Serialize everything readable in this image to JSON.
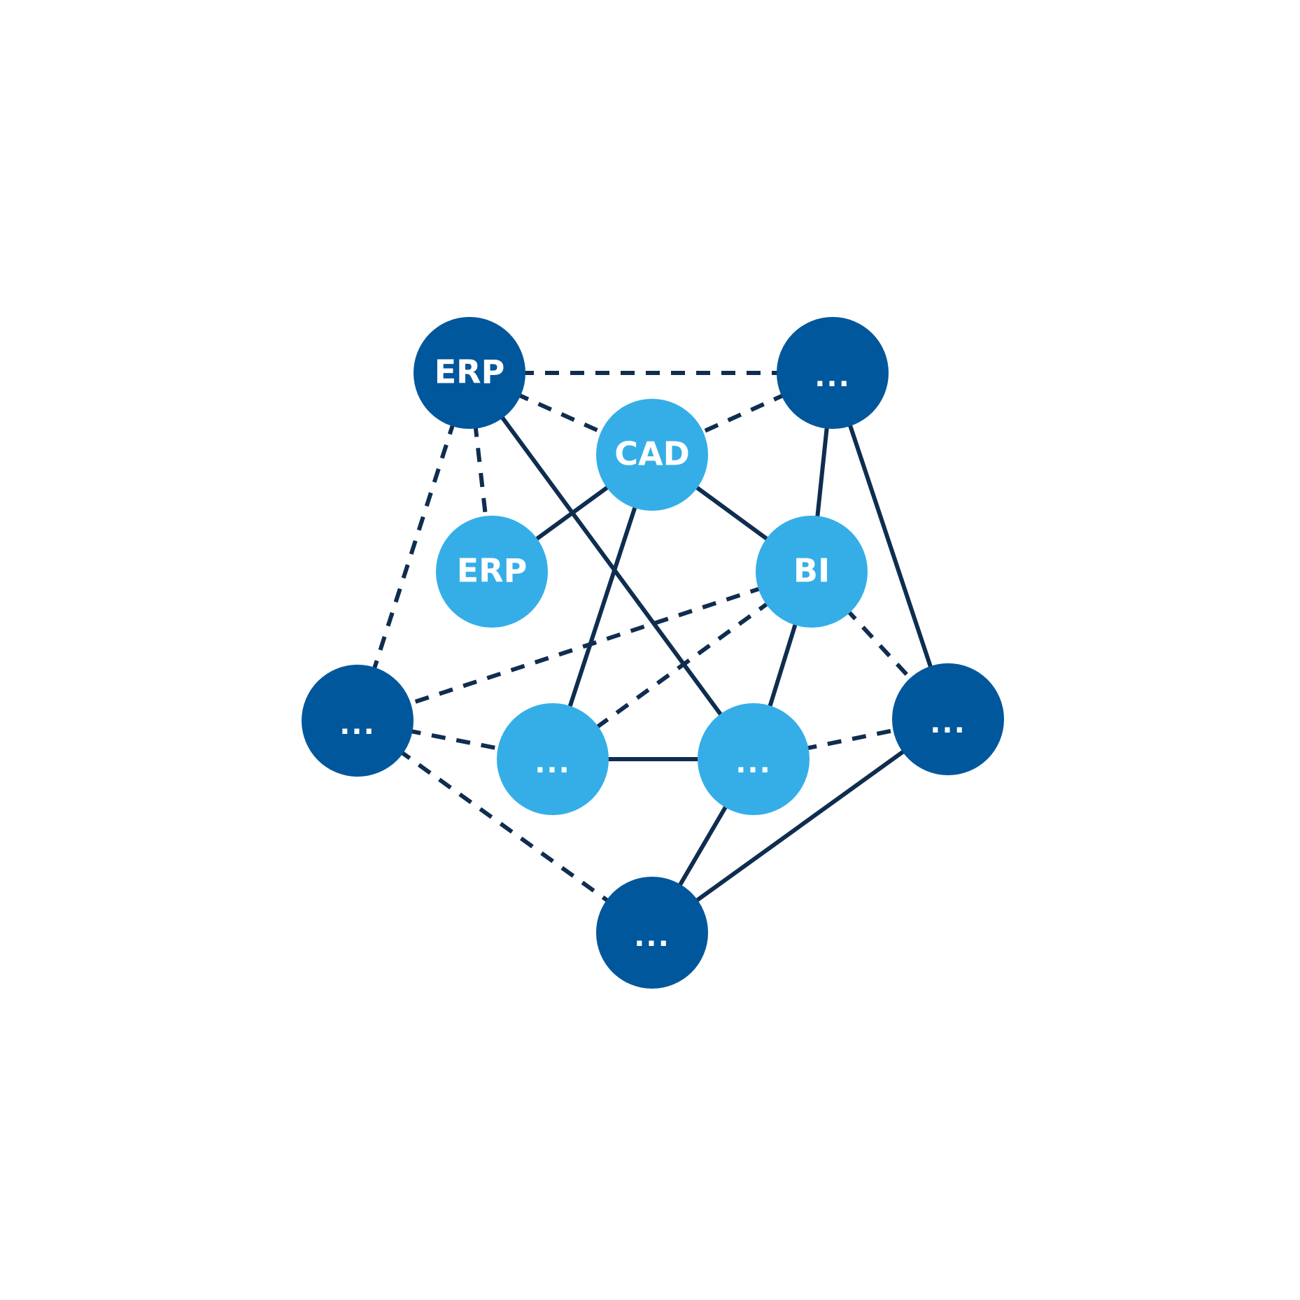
{
  "colors": {
    "outer_node": "#00579c",
    "inner_node": "#35aee8",
    "edge": "#0f2d4f",
    "label": "#ffffff"
  },
  "nodes": [
    {
      "id": "erp-outer",
      "label": "ERP",
      "kind": "outer"
    },
    {
      "id": "top-right",
      "label": "...",
      "kind": "outer"
    },
    {
      "id": "left",
      "label": "...",
      "kind": "outer"
    },
    {
      "id": "right",
      "label": "...",
      "kind": "outer"
    },
    {
      "id": "bottom",
      "label": "...",
      "kind": "outer"
    },
    {
      "id": "cad",
      "label": "CAD",
      "kind": "inner"
    },
    {
      "id": "erp-inner",
      "label": "ERP",
      "kind": "inner"
    },
    {
      "id": "bi",
      "label": "BI",
      "kind": "inner"
    },
    {
      "id": "inner-bottom-left",
      "label": "...",
      "kind": "inner"
    },
    {
      "id": "inner-bottom-right",
      "label": "...",
      "kind": "inner"
    }
  ],
  "edges": [
    {
      "from": "erp-outer",
      "to": "top-right",
      "style": "dashed"
    },
    {
      "from": "erp-outer",
      "to": "cad",
      "style": "dashed"
    },
    {
      "from": "top-right",
      "to": "cad",
      "style": "dashed"
    },
    {
      "from": "erp-outer",
      "to": "left",
      "style": "dashed"
    },
    {
      "from": "erp-outer",
      "to": "erp-inner",
      "style": "dashed"
    },
    {
      "from": "erp-outer",
      "to": "inner-bottom-right",
      "style": "solid"
    },
    {
      "from": "top-right",
      "to": "bi",
      "style": "solid"
    },
    {
      "from": "top-right",
      "to": "right",
      "style": "solid"
    },
    {
      "from": "cad",
      "to": "erp-inner",
      "style": "solid"
    },
    {
      "from": "cad",
      "to": "bi",
      "style": "solid"
    },
    {
      "from": "cad",
      "to": "inner-bottom-left",
      "style": "solid"
    },
    {
      "from": "bi",
      "to": "left",
      "style": "dashed"
    },
    {
      "from": "bi",
      "to": "inner-bottom-left",
      "style": "dashed"
    },
    {
      "from": "bi",
      "to": "right",
      "style": "dashed"
    },
    {
      "from": "bi",
      "to": "inner-bottom-right",
      "style": "solid"
    },
    {
      "from": "left",
      "to": "inner-bottom-left",
      "style": "dashed"
    },
    {
      "from": "left",
      "to": "bottom",
      "style": "dashed"
    },
    {
      "from": "inner-bottom-left",
      "to": "inner-bottom-right",
      "style": "solid"
    },
    {
      "from": "inner-bottom-right",
      "to": "right",
      "style": "dashed"
    },
    {
      "from": "inner-bottom-right",
      "to": "bottom",
      "style": "solid"
    },
    {
      "from": "right",
      "to": "bottom",
      "style": "solid"
    }
  ]
}
